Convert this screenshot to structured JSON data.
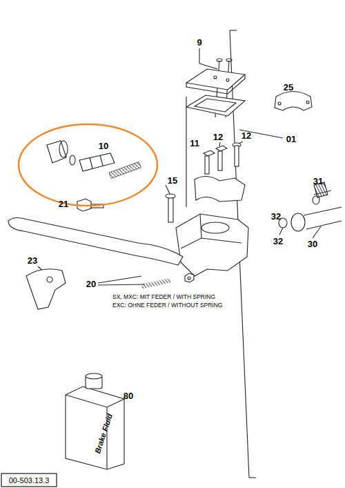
{
  "diagram": {
    "nodes": [
      {
        "text": [
          "10"
        ]
      }
    ],
    "labels": [
      "9",
      "25",
      "01",
      "11",
      "12",
      "12",
      "15",
      "21",
      "31",
      "32",
      "32",
      "30",
      "23",
      "20",
      "SX, MXC: MIT FEDER / WITH SPRING",
      "EXC: OHNE FEDER / WITHOUT SPRING",
      "80",
      "Brake Fluid",
      "00-503.13.3"
    ]
  }
}
